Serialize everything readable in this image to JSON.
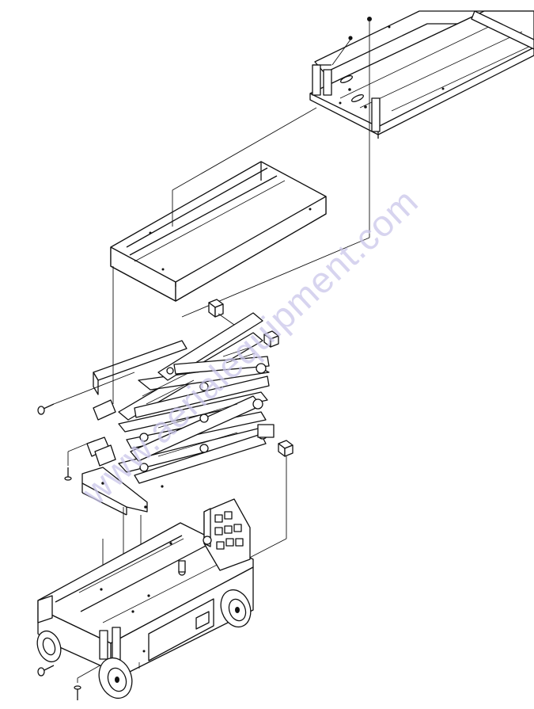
{
  "watermark": {
    "text": "www.aerialequipment.com",
    "color": "#c9c6ea"
  },
  "colors": {
    "line": "#111111",
    "background": "#ffffff"
  },
  "parts": [
    "platform-deck",
    "extension-deck",
    "scissor-stack",
    "wear-pad-upper-left",
    "wear-pad-upper-right",
    "wear-pad-lower-right",
    "slide-block-assembly",
    "chassis",
    "front-wheel",
    "rear-wheel",
    "control-box",
    "pin-bolt-upper",
    "pin-bolt-middle",
    "pin-bolt-lower-left",
    "pin-bolt-lower-bottom"
  ]
}
